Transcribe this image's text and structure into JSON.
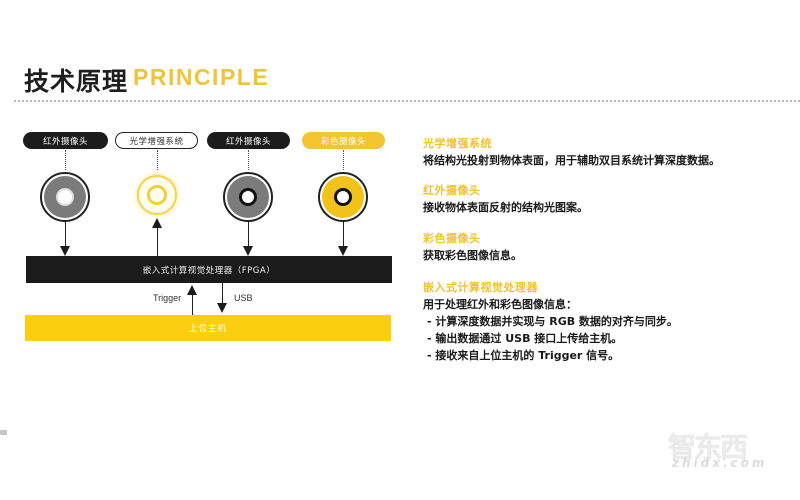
{
  "header": {
    "title_cn": "技术原理",
    "title_en": "PRINCIPLE"
  },
  "diagram": {
    "components": [
      {
        "label": "红外摄像头",
        "style": "dark",
        "icon": "ir-camera-icon",
        "direction": "down"
      },
      {
        "label": "光学增强系统",
        "style": "outline",
        "icon": "optical-projector-icon",
        "direction": "up"
      },
      {
        "label": "红外摄像头",
        "style": "dark",
        "icon": "ir-camera-icon",
        "direction": "down"
      },
      {
        "label": "彩色摄像头",
        "style": "yellow",
        "icon": "color-camera-icon",
        "direction": "down"
      }
    ],
    "processor_label": "嵌入式计算视觉处理器（FPGA）",
    "host_label": "上位主机",
    "links": {
      "trigger": "Trigger",
      "usb": "USB"
    }
  },
  "descriptions": [
    {
      "heading": "光学增强系统",
      "body": "将结构光投射到物体表面，用于辅助双目系统计算深度数据。"
    },
    {
      "heading": "红外摄像头",
      "body": "接收物体表面反射的结构光图案。"
    },
    {
      "heading": "彩色摄像头",
      "body": "获取彩色图像信息。"
    },
    {
      "heading": "嵌入式计算视觉处理器",
      "body": "用于处理红外和彩色图像信息：",
      "bullets": [
        "- 计算深度数据并实现与 RGB 数据的对齐与同步。",
        "- 输出数据通过 USB 接口上传给主机。",
        "- 接收来自上位主机的 Trigger 信号。"
      ]
    }
  ],
  "watermark": {
    "cn": "智东西",
    "en": "zhidx.com"
  },
  "colors": {
    "accent_yellow": "#fbcf10",
    "heading_yellow": "#f0c232",
    "dark": "#1b1b1b",
    "gray_ring": "#7b7b7b"
  }
}
